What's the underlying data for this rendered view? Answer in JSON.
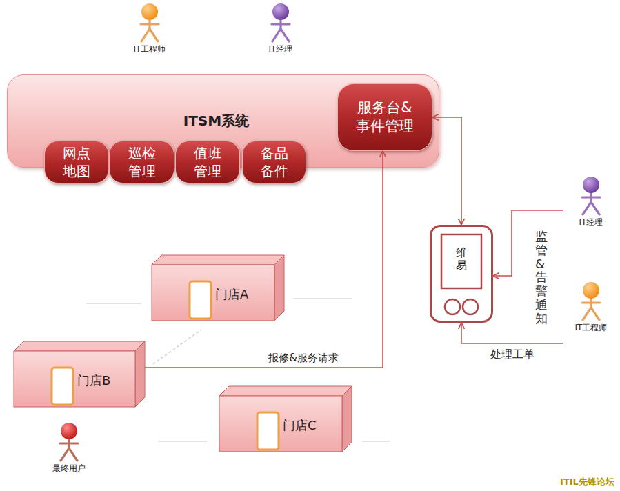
{
  "diagram": {
    "nodes": [
      {
        "text": [
          "IT工程师"
        ]
      },
      {
        "text": [
          "IT经理"
        ]
      },
      {
        "text": [
          "ITSM系统"
        ]
      },
      {
        "text": [
          "网点 地图"
        ],
        "in": 2
      },
      {
        "text": [
          "巡检 管理"
        ],
        "in": 2
      },
      {
        "text": [
          "值班 管理"
        ],
        "in": 2
      },
      {
        "text": [
          "备品 备件"
        ],
        "in": 2
      },
      {
        "text": [
          "服务台& 事件管理"
        ],
        "in": 2
      },
      {
        "text": [
          "IT经理"
        ]
      },
      {
        "text": [
          "维易"
        ]
      },
      {
        "text": [
          "IT工程师"
        ]
      },
      {
        "text": [
          "门店A"
        ]
      },
      {
        "text": [
          "门店B"
        ]
      },
      {
        "text": [
          "门店C"
        ]
      },
      {
        "text": [
          "最终用户"
        ]
      }
    ],
    "edges": [
      {
        "from": 12,
        "to": 7,
        "arrow": "to",
        "label": "报修&服务请求"
      },
      {
        "from": 7,
        "to": 9,
        "arrow": "both"
      },
      {
        "from": 8,
        "to": 9,
        "arrow": "to"
      },
      {
        "from": 10,
        "to": 9,
        "arrow": "to",
        "label": "处理工单"
      }
    ],
    "labels": [
      "监管&告警通知",
      "ITIL先锋论坛"
    ]
  }
}
